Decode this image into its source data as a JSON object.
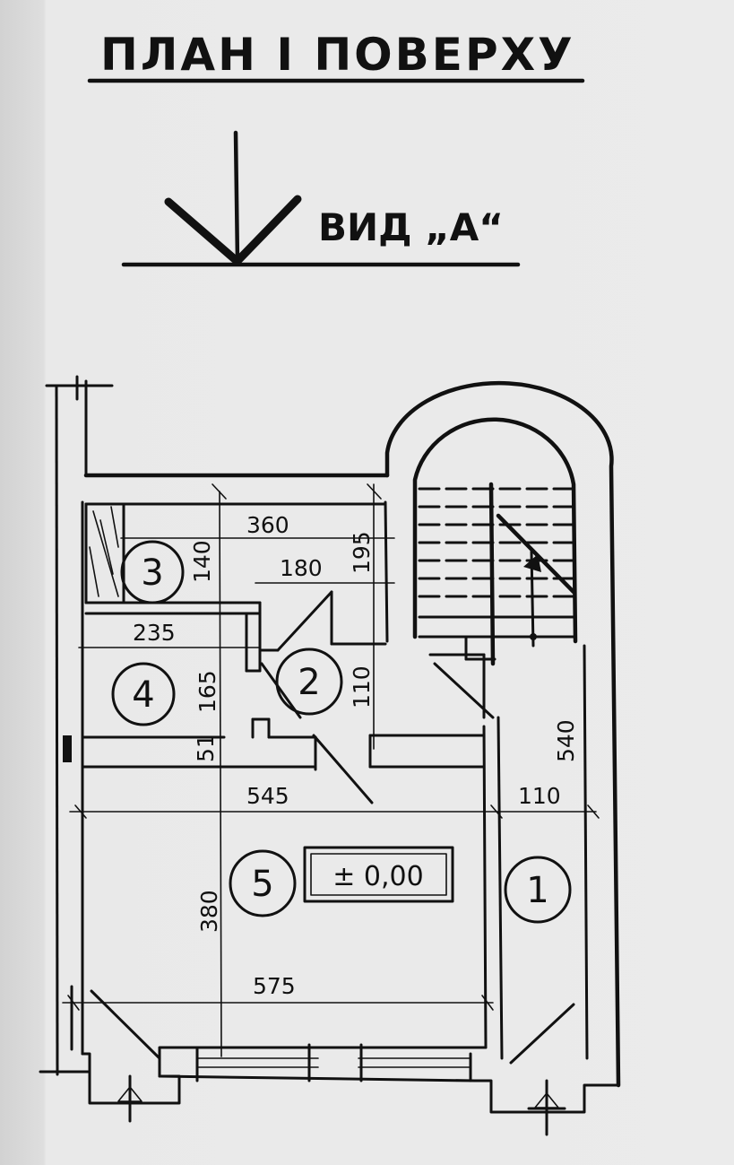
{
  "title": "ПЛАН І ПОВЕРХУ",
  "view_label": "ВИД „А“",
  "level_mark": "± 0,00",
  "rooms": [
    "1",
    "2",
    "3",
    "4",
    "5"
  ],
  "dimensions": {
    "d360": "360",
    "d195": "195",
    "d140": "140",
    "d180": "180",
    "d235": "235",
    "d165": "165",
    "d110v": "110",
    "d51": "51",
    "d545": "545",
    "d110h": "110",
    "d540": "540",
    "d380": "380",
    "d575": "575"
  },
  "icons": [
    "view-arrow-icon",
    "stair-arrow-icon",
    "section-mark-icon"
  ]
}
